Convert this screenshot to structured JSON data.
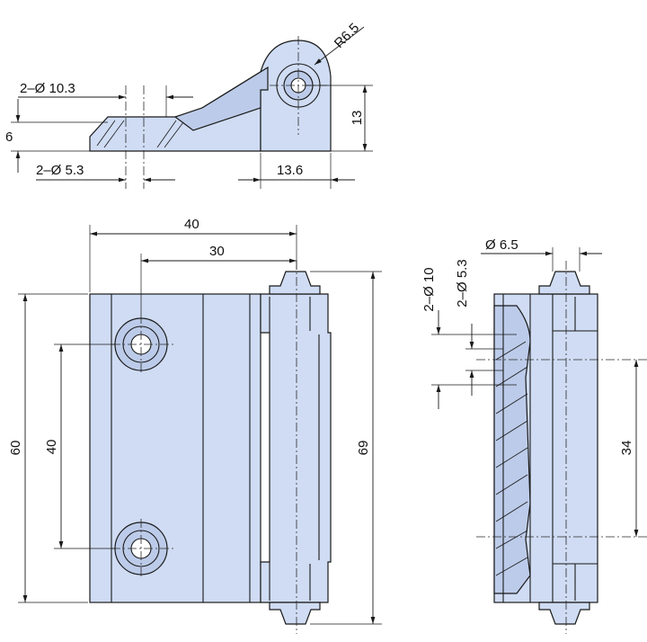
{
  "dimensions": {
    "top_r": "R6.5",
    "top_hole_large": "2–Ø 10.3",
    "top_hole_small": "2–Ø 5.3",
    "top_thickness": "6",
    "top_knuckle_height": "13",
    "top_knuckle_width": "13.6",
    "front_width_40": "40",
    "front_width_30": "30",
    "front_height_60": "60",
    "front_holes_40": "40",
    "front_total_69": "69",
    "side_pin": "Ø 6.5",
    "side_hole_10": "2–Ø 10",
    "side_hole_53": "2–Ø 5.3",
    "side_34": "34"
  }
}
